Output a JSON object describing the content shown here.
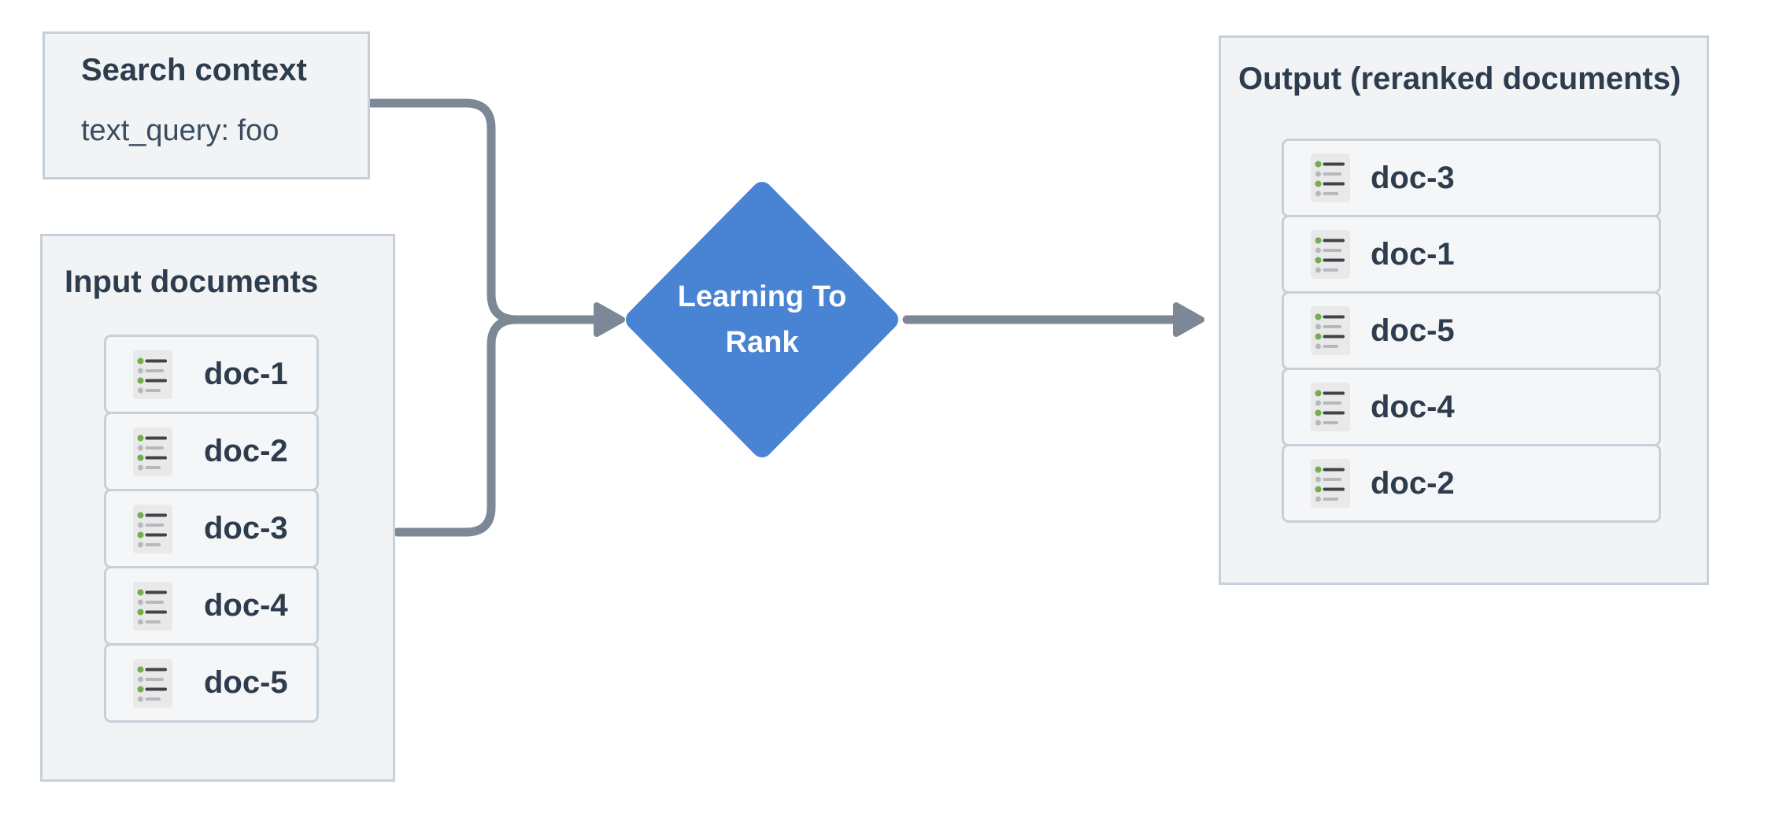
{
  "search_context": {
    "title": "Search context",
    "query": "text_query: foo"
  },
  "input_documents": {
    "title": "Input documents",
    "docs": [
      "doc-1",
      "doc-2",
      "doc-3",
      "doc-4",
      "doc-5"
    ]
  },
  "processor": {
    "line1": "Learning To",
    "line2": "Rank"
  },
  "output": {
    "title": "Output (reranked documents)",
    "docs": [
      "doc-3",
      "doc-1",
      "doc-5",
      "doc-4",
      "doc-2"
    ]
  },
  "icons": {
    "doc_row_icon": "bulleted-list-icon"
  },
  "colors": {
    "diamond": "#4983d4",
    "arrow": "#7d8896",
    "border": "#c6d0d9",
    "box_bg": "#f1f3f5",
    "row_bg": "#f5f6f8",
    "icon_bg": "#e9e9ea",
    "icon_green": "#72ad50",
    "icon_dark": "#3f4449",
    "icon_gray": "#b6b9bc",
    "text": "#2e3d4e",
    "text_secondary": "#3b4c60",
    "white": "#ffffff"
  }
}
